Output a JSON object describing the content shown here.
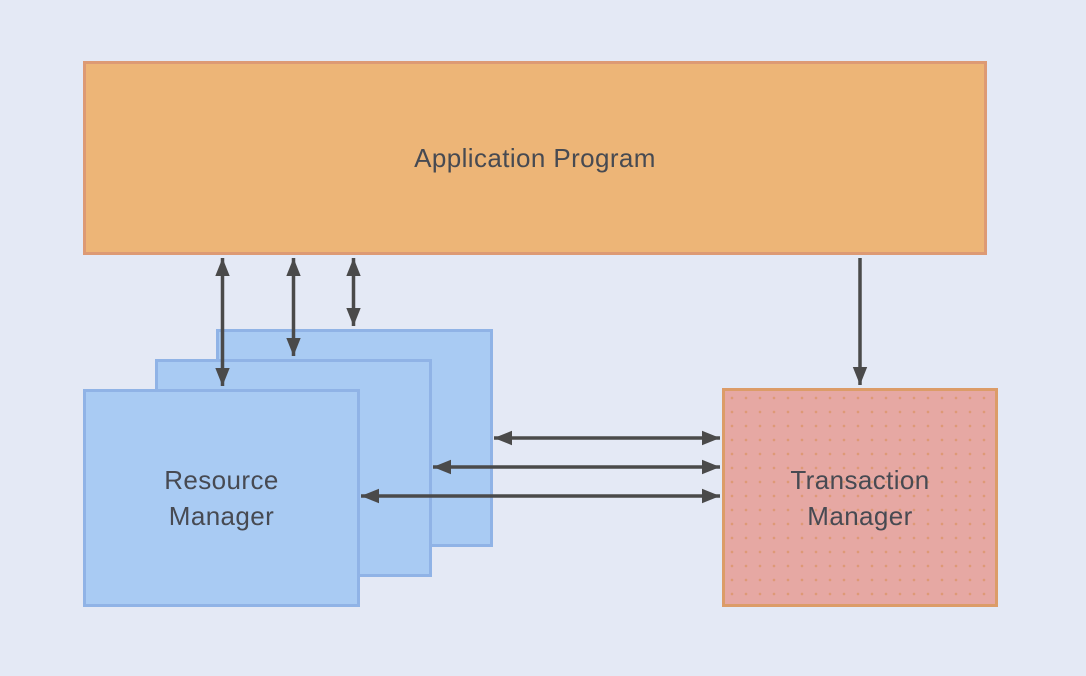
{
  "diagram": {
    "nodes": {
      "application_program": {
        "label": "Application Program"
      },
      "resource_manager": {
        "label": "Resource Manager"
      },
      "transaction_manager": {
        "label": "Transaction Manager"
      }
    },
    "edges": [
      {
        "from": "Application Program",
        "to": "Resource Manager",
        "style": "double-headed-vertical",
        "count": 3
      },
      {
        "from": "Application Program",
        "to": "Transaction Manager",
        "style": "single-headed-down",
        "count": 1
      },
      {
        "from": "Resource Manager",
        "to": "Transaction Manager",
        "style": "double-headed-horizontal",
        "count": 3
      }
    ],
    "colors": {
      "background": "#e4e9f5",
      "application_fill": "#edb577",
      "application_border": "#dd9a74",
      "resource_fill": "#a9cbf3",
      "resource_border": "#90b3e6",
      "transaction_fill": "#e6a8a3",
      "transaction_border": "#dc9c68",
      "arrow": "#4a4a4a",
      "label_text": "#474a52"
    }
  }
}
